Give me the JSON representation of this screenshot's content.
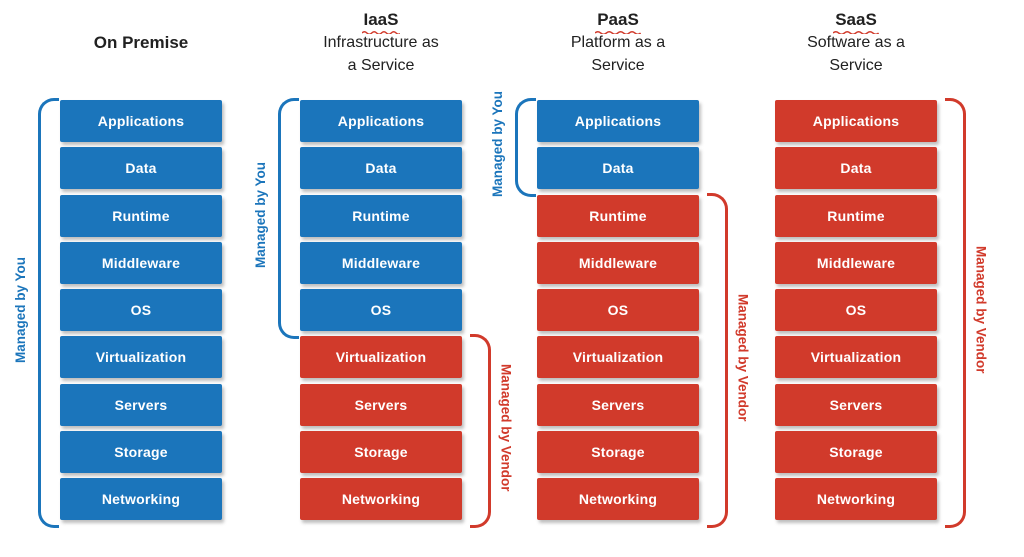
{
  "palette": {
    "blue": "#1B75BB",
    "red": "#D13A2B",
    "box_text": "#FFFFFF",
    "heading_text": "#212121",
    "background": "#FFFFFF"
  },
  "layers": [
    "Applications",
    "Data",
    "Runtime",
    "Middleware",
    "OS",
    "Virtualization",
    "Servers",
    "Storage",
    "Networking"
  ],
  "legend": {
    "managed_by_you": "Managed by You",
    "managed_by_vendor": "Managed by Vendor"
  },
  "columns": [
    {
      "id": "on-premise",
      "title": "On Premise",
      "subtitle_lines": [],
      "misspelled_underline": false,
      "box_colors": [
        "blue",
        "blue",
        "blue",
        "blue",
        "blue",
        "blue",
        "blue",
        "blue",
        "blue"
      ],
      "brackets": [
        {
          "side": "left",
          "color": "blue",
          "label": "Managed by You",
          "from_layer": 0,
          "to_layer": 8
        }
      ]
    },
    {
      "id": "iaas",
      "title": "IaaS",
      "subtitle_lines": [
        "Infrastructure as",
        "a Service"
      ],
      "misspelled_underline": true,
      "box_colors": [
        "blue",
        "blue",
        "blue",
        "blue",
        "blue",
        "red",
        "red",
        "red",
        "red"
      ],
      "brackets": [
        {
          "side": "left",
          "color": "blue",
          "label": "Managed by You",
          "from_layer": 0,
          "to_layer": 4
        },
        {
          "side": "right",
          "color": "red",
          "label": "Managed by Vendor",
          "from_layer": 5,
          "to_layer": 8
        }
      ]
    },
    {
      "id": "paas",
      "title": "PaaS",
      "subtitle_lines": [
        "Platform as a",
        "Service"
      ],
      "misspelled_underline": true,
      "box_colors": [
        "blue",
        "blue",
        "red",
        "red",
        "red",
        "red",
        "red",
        "red",
        "red"
      ],
      "brackets": [
        {
          "side": "left",
          "color": "blue",
          "label": "Managed by You",
          "from_layer": 0,
          "to_layer": 1
        },
        {
          "side": "right",
          "color": "red",
          "label": "Managed by Vendor",
          "from_layer": 2,
          "to_layer": 8
        }
      ]
    },
    {
      "id": "saas",
      "title": "SaaS",
      "subtitle_lines": [
        "Software as a",
        "Service"
      ],
      "misspelled_underline": true,
      "box_colors": [
        "red",
        "red",
        "red",
        "red",
        "red",
        "red",
        "red",
        "red",
        "red"
      ],
      "brackets": [
        {
          "side": "right",
          "color": "red",
          "label": "Managed by Vendor",
          "from_layer": 0,
          "to_layer": 8
        }
      ]
    }
  ]
}
